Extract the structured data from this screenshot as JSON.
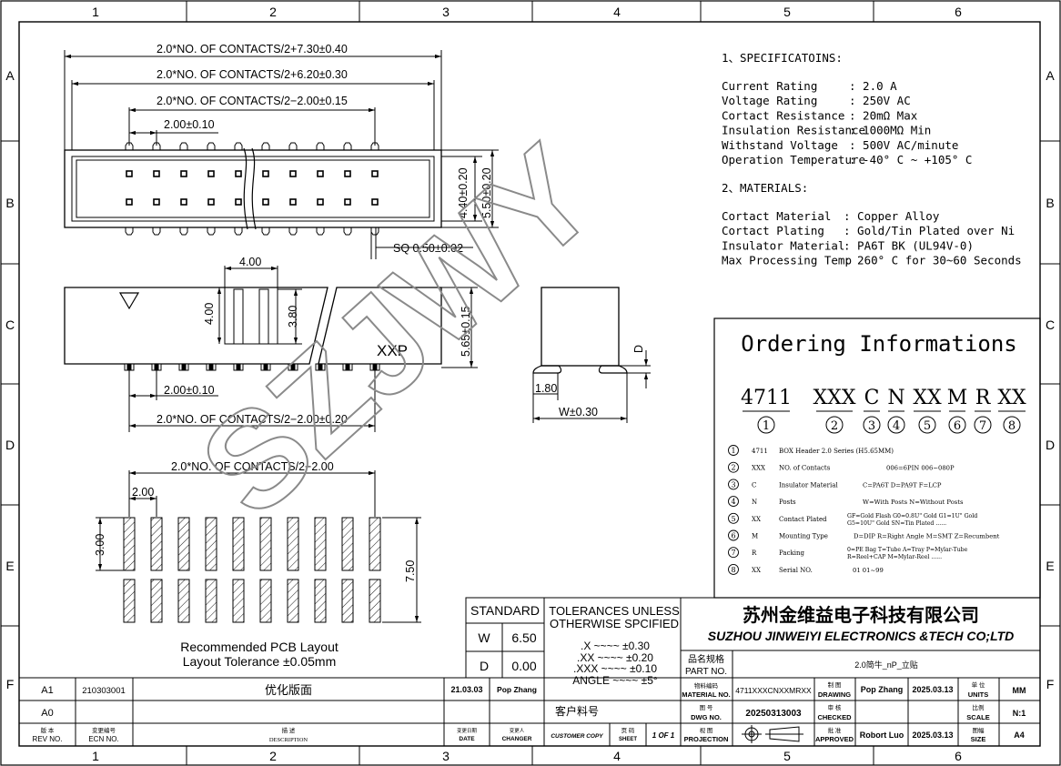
{
  "frame": {
    "columns": [
      "1",
      "2",
      "3",
      "4",
      "5",
      "6"
    ],
    "rows": [
      "A",
      "B",
      "C",
      "D",
      "E",
      "F"
    ]
  },
  "dims": {
    "d1": "2.0*NO. OF CONTACTS/2+7.30±0.40",
    "d2": "2.0*NO. OF CONTACTS/2+6.20±0.30",
    "d3": "2.0*NO. OF CONTACTS/2−2.00±0.15",
    "pitch_top": "2.00±0.10",
    "h_inner": "4.40±0.20",
    "h_outer": "5.50±0.20",
    "sq": "SQ 0.50±0.02",
    "key_w": "4.00",
    "key_h": "4.00",
    "slot_h": "3.80",
    "height": "5.65±0.15",
    "marking": "XXP",
    "pitch_mid": "2.00±0.10",
    "span_mid": "2.0*NO. OF CONTACTS/2−2.00±0.20",
    "side_d": "D",
    "side_180": "1.80",
    "side_w": "W±0.30",
    "pcb_span": "2.0*NO. OF CONTACTS/2−2.00",
    "pcb_pitch": "2.00",
    "pcb_pad": "3.00",
    "pcb_row": "7.50"
  },
  "pcb_note": {
    "line1": "Recommended PCB Layout",
    "line2": "Layout Tolerance ±0.05mm"
  },
  "watermark": "SZJWY",
  "specs": {
    "title": "1、SPECIFICATOINS:",
    "items": [
      {
        "label": "Current  Rating",
        "value": ": 2.0 A"
      },
      {
        "label": "Voltage  Rating",
        "value": ": 250V AC"
      },
      {
        "label": "Cortact   Resistance",
        "value": ": 20mΩ  Max"
      },
      {
        "label": "Insulation Resistance",
        "value": ": 1000MΩ Min"
      },
      {
        "label": "Withstand   Voltage",
        "value": ": 500V AC/minute"
      },
      {
        "label": "Operation  Temperature",
        "value": ": -40° C ~ +105° C"
      }
    ]
  },
  "materials": {
    "title": "2、MATERIALS:",
    "items": [
      {
        "label": "Cortact  Material",
        "value": ": Copper Alloy"
      },
      {
        "label": "Cortact  Plating",
        "value": ": Gold/Tin Plated over Ni"
      },
      {
        "label": "Insulator Material",
        "value": ": PA6T  BK (UL94V-0)"
      },
      {
        "label": "Max Processing Temp",
        "value": ": 260° C for 30~60 Seconds"
      }
    ]
  },
  "ordering": {
    "title": "Ordering Informations",
    "codes": [
      "4711",
      "XXX",
      "C",
      "N",
      "XX",
      "M",
      "R",
      "XX"
    ],
    "numbers": [
      "1",
      "2",
      "3",
      "4",
      "5",
      "6",
      "7",
      "8"
    ],
    "rows": [
      {
        "num": "1",
        "code": "4711",
        "desc": "BOX  Header 2.0   Series  (H5.65MM)",
        "opts": ""
      },
      {
        "num": "2",
        "code": "XXX",
        "desc": "NO. of Contacts",
        "opts": "006=6PIN  006~080P"
      },
      {
        "num": "3",
        "code": "C",
        "desc": "Insulator Material",
        "opts": "C=PA6T  D=PA9T  F=LCP"
      },
      {
        "num": "4",
        "code": "N",
        "desc": "Posts",
        "opts": "W=With Posts   N=Without Posts"
      },
      {
        "num": "5",
        "code": "XX",
        "desc": "Contact Plated",
        "opts": "GF=Gold Flash  G0=0.8U\" Gold  G1=1U\" Gold  G5=10U\" Gold   SN=Tin Plated  ......"
      },
      {
        "num": "6",
        "code": "M",
        "desc": "Mounting Type",
        "opts": "D=DIP   R=Right Angle  M=SMT  Z=Recumbent"
      },
      {
        "num": "7",
        "code": "R",
        "desc": "Packing",
        "opts": "0=PE Bag  T=Tube  A=Tray  P=Mylar-Tube  R=Reel+CAP  M=Mylar-Reel  ......"
      },
      {
        "num": "8",
        "code": "XX",
        "desc": "Serial NO.",
        "opts": "01   01~99"
      }
    ]
  },
  "standard": {
    "title": "STANDARD",
    "rows": [
      {
        "key": "W",
        "val": "6.50"
      },
      {
        "key": "D",
        "val": "0.00"
      }
    ]
  },
  "tolerances": {
    "title1": "TOLERANCES  UNLESS",
    "title2": "OTHERWISE  SPCIFIED",
    "rows": [
      ".X  ~~~~  ±0.30",
      ".XX  ~~~~  ±0.20",
      ".XXX  ~~~~  ±0.10",
      "ANGLE  ~~~~  ±5°"
    ]
  },
  "company": {
    "cn": "苏州金维益电子科技有限公司",
    "en": "SUZHOU JINWEIYI ELECTRONICS &TECH CO;LTD"
  },
  "titleblock": {
    "part_label_cn": "品名规格",
    "part_label_en": "PART  NO.",
    "part_value": "2.0简牛_nP_立贴",
    "material_label_cn": "物料编码",
    "material_label_en": "MATERIAL NO.",
    "material_value": "4711XXXCNXXMRXX",
    "drawing_label_cn": "制 图",
    "drawing_label_en": "DRAWING",
    "drawing_name": "Pop Zhang",
    "drawing_date": "2025.03.13",
    "units_label_cn": "单 位",
    "units_label_en": "UNITS",
    "units_value": "MM",
    "dwg_label_cn": "图 号",
    "dwg_label_en": "DWG NO.",
    "dwg_value": "20250313003",
    "checked_label_cn": "审 核",
    "checked_label_en": "CHECKED",
    "scale_label_cn": "比例",
    "scale_label_en": "SCALE",
    "scale_value": "N:1",
    "proj_label_cn": "视 图",
    "proj_label_en": "PROJECTION",
    "approved_label_cn": "批 准",
    "approved_label_en": "APPROVED",
    "approved_name": "Robort Luo",
    "approved_date": "2025.03.13",
    "size_label_cn": "图幅",
    "size_label_en": "SIZE",
    "size_value": "A4",
    "customer_cn": "客户料号",
    "customer_copy": "CUSTOMER COPY",
    "sheet_cn": "页 码",
    "sheet_en": "SHEET",
    "sheet_value": "1 OF 1"
  },
  "revisions": {
    "rows": [
      {
        "rev": "A1",
        "ecn": "210303001",
        "desc": "优化版面",
        "date": "21.03.03",
        "changer": "Pop Zhang"
      },
      {
        "rev": "A0",
        "ecn": "",
        "desc": "",
        "date": "",
        "changer": ""
      }
    ],
    "header": {
      "rev_cn": "版 本",
      "rev_en": "REV NO.",
      "ecn_cn": "变更编号",
      "ecn_en": "ECN  NO.",
      "desc_cn": "描 述",
      "desc_en": "DESCRIPTION",
      "date_cn": "变更日期",
      "date_en": "DATE",
      "changer_cn": "变更人",
      "changer_en": "CHANGER"
    }
  }
}
